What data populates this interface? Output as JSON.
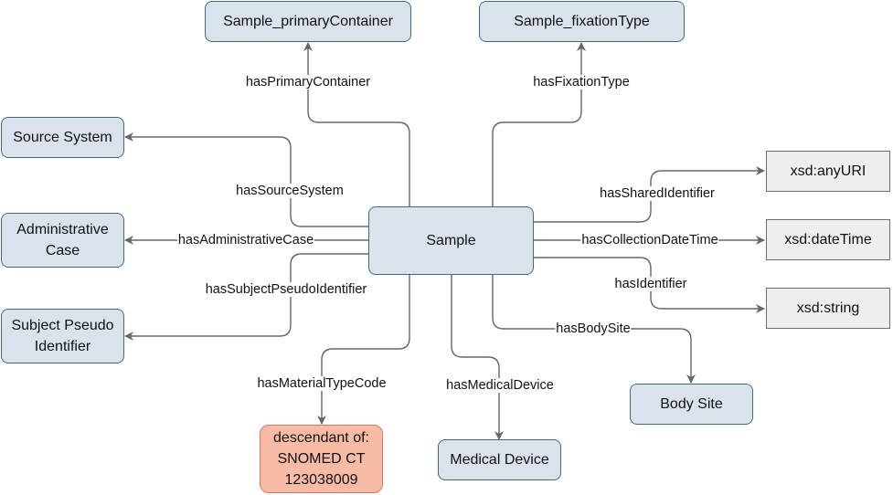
{
  "diagram": {
    "colors": {
      "class_fill": "#dae3ec",
      "class_border": "#3e6a80",
      "datatype_fill": "#eeeeee",
      "datatype_border": "#6b6b6b",
      "constraint_fill": "#f8bba6",
      "constraint_border": "#e0775a",
      "edge": "#666666"
    },
    "nodes": {
      "sample": "Sample",
      "primary_container": "Sample_primaryContainer",
      "fixation_type": "Sample_fixationType",
      "source_system": "Source System",
      "administrative_case": "Administrative\nCase",
      "subject_pseudo_identifier": "Subject Pseudo\nIdentifier",
      "any_uri": "xsd:anyURI",
      "date_time": "xsd:dateTime",
      "string": "xsd:string",
      "body_site": "Body Site",
      "medical_device": "Medical Device",
      "material_type_constraint": "descendant of:\nSNOMED CT\n123038009"
    },
    "edges": {
      "has_primary_container": "hasPrimaryContainer",
      "has_fixation_type": "hasFixationType",
      "has_source_system": "hasSourceSystem",
      "has_administrative_case": "hasAdministrativeCase",
      "has_subject_pseudo_identifier": "hasSubjectPseudoIdentifier",
      "has_shared_identifier": "hasSharedIdentifier",
      "has_collection_date_time": "hasCollectionDateTime",
      "has_identifier": "hasIdentifier",
      "has_body_site": "hasBodySite",
      "has_material_type_code": "hasMaterialTypeCode",
      "has_medical_device": "hasMedicalDevice"
    }
  }
}
